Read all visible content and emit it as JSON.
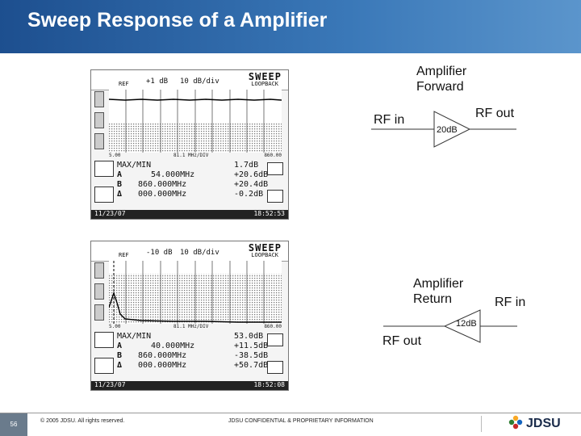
{
  "slide": {
    "title": "Sweep Response of a Amplifier",
    "page_number": "56",
    "copyright": "© 2005 JDSU. All rights reserved.",
    "confidential": "JDSU CONFIDENTIAL & PROPRIETARY INFORMATION",
    "logo_text": "JDSU",
    "colors": {
      "title_bar": "#2b66a6",
      "title_text": "#ffffff",
      "page_box": "#6a7b8c"
    }
  },
  "forward_diagram": {
    "title_line1": "Amplifier",
    "title_line2": "Forward",
    "rf_in": "RF in",
    "rf_out": "RF out",
    "gain": "20dB"
  },
  "return_diagram": {
    "title_line1": "Amplifier",
    "title_line2": "Return",
    "rf_in": "RF in",
    "rf_out": "RF out",
    "gain": "12dB"
  },
  "screen_forward": {
    "mode": "SWEEP",
    "loopback": "LOOPBACK",
    "ref_label": "REF",
    "ref_level": "+1 dB",
    "scale": "10 dB/div",
    "axis_left": "5.00",
    "axis_mid": "81.1 MHz/DIV",
    "axis_right": "860.00",
    "marker_title": "MAX/MIN",
    "marker_title_value": "1.7dB",
    "marker_a_freq": "54.000MHz",
    "marker_a_val": "+20.6dB",
    "marker_b_freq": "860.000MHz",
    "marker_b_val": "+20.4dB",
    "marker_d_freq": "000.000MHz",
    "marker_d_val": "-0.2dB",
    "date": "11/23/07",
    "time": "18:52:53"
  },
  "screen_return": {
    "mode": "SWEEP",
    "loopback": "LOOPBACK",
    "ref_label": "REF",
    "ref_level": "-10 dB",
    "scale": "10 dB/div",
    "axis_left": "5.00",
    "axis_mid": "81.1 MHz/DIV",
    "axis_right": "860.00",
    "marker_title": "MAX/MIN",
    "marker_title_value": "53.0dB",
    "marker_a_freq": "40.000MHz",
    "marker_a_val": "+11.5dB",
    "marker_b_freq": "860.000MHz",
    "marker_b_val": "-38.5dB",
    "marker_d_freq": "000.000MHz",
    "marker_d_val": "+50.7dB",
    "date": "11/23/07",
    "time": "18:52:08"
  }
}
